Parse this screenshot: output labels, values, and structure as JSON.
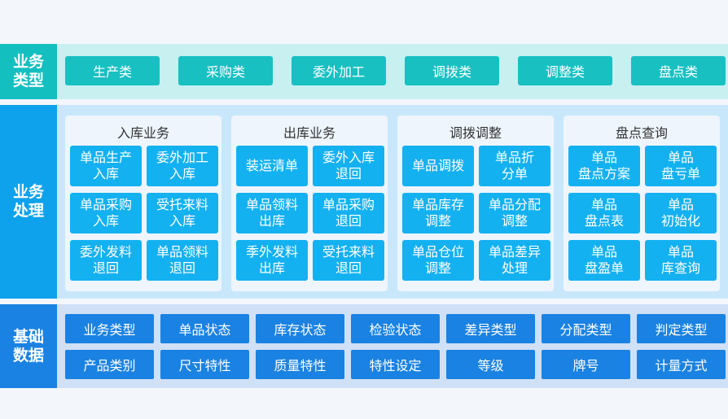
{
  "rows": {
    "business_type": {
      "label_l1": "业务",
      "label_l2": "类型",
      "items": [
        "生产类",
        "采购类",
        "委外加工",
        "调拨类",
        "调整类",
        "盘点类"
      ]
    },
    "business_process": {
      "label_l1": "业务",
      "label_l2": "处理",
      "groups": [
        {
          "title": "入库业务",
          "items": [
            {
              "l1": "单品生产",
              "l2": "入库"
            },
            {
              "l1": "委外加工",
              "l2": "入库"
            },
            {
              "l1": "单品采购",
              "l2": "入库"
            },
            {
              "l1": "受托来料",
              "l2": "入库"
            },
            {
              "l1": "委外发料",
              "l2": "退回"
            },
            {
              "l1": "单品领料",
              "l2": "退回"
            }
          ]
        },
        {
          "title": "出库业务",
          "items": [
            {
              "l1": "装运清单",
              "l2": ""
            },
            {
              "l1": "委外入库",
              "l2": "退回"
            },
            {
              "l1": "单品领料",
              "l2": "出库"
            },
            {
              "l1": "单品采购",
              "l2": "退回"
            },
            {
              "l1": "季外发料",
              "l2": "出库"
            },
            {
              "l1": "受托来料",
              "l2": "退回"
            }
          ]
        },
        {
          "title": "调拨调整",
          "items": [
            {
              "l1": "单品调拨",
              "l2": ""
            },
            {
              "l1": "单品折",
              "l2": "分单"
            },
            {
              "l1": "单品库存",
              "l2": "调整"
            },
            {
              "l1": "单品分配",
              "l2": "调整"
            },
            {
              "l1": "单品仓位",
              "l2": "调整"
            },
            {
              "l1": "单品差异",
              "l2": "处理"
            }
          ]
        },
        {
          "title": "盘点查询",
          "items": [
            {
              "l1": "单品",
              "l2": "盘点方案"
            },
            {
              "l1": "单品",
              "l2": "盘亏单"
            },
            {
              "l1": "单品",
              "l2": "盘点表"
            },
            {
              "l1": "单品",
              "l2": "初始化"
            },
            {
              "l1": "单品",
              "l2": "盘盈单"
            },
            {
              "l1": "单品",
              "l2": "库查询"
            }
          ]
        }
      ]
    },
    "base_data": {
      "label_l1": "基础",
      "label_l2": "数据",
      "row1": [
        "业务类型",
        "单品状态",
        "库存状态",
        "检验状态",
        "差异类型",
        "分配类型",
        "判定类型"
      ],
      "row2": [
        "产品类别",
        "尺寸特性",
        "质量特性",
        "特性设定",
        "等级",
        "牌号",
        "计量方式"
      ]
    }
  },
  "colors": {
    "type_label": "#14bfc0",
    "process_label": "#0ea2ec",
    "base_label": "#1a82e2"
  }
}
